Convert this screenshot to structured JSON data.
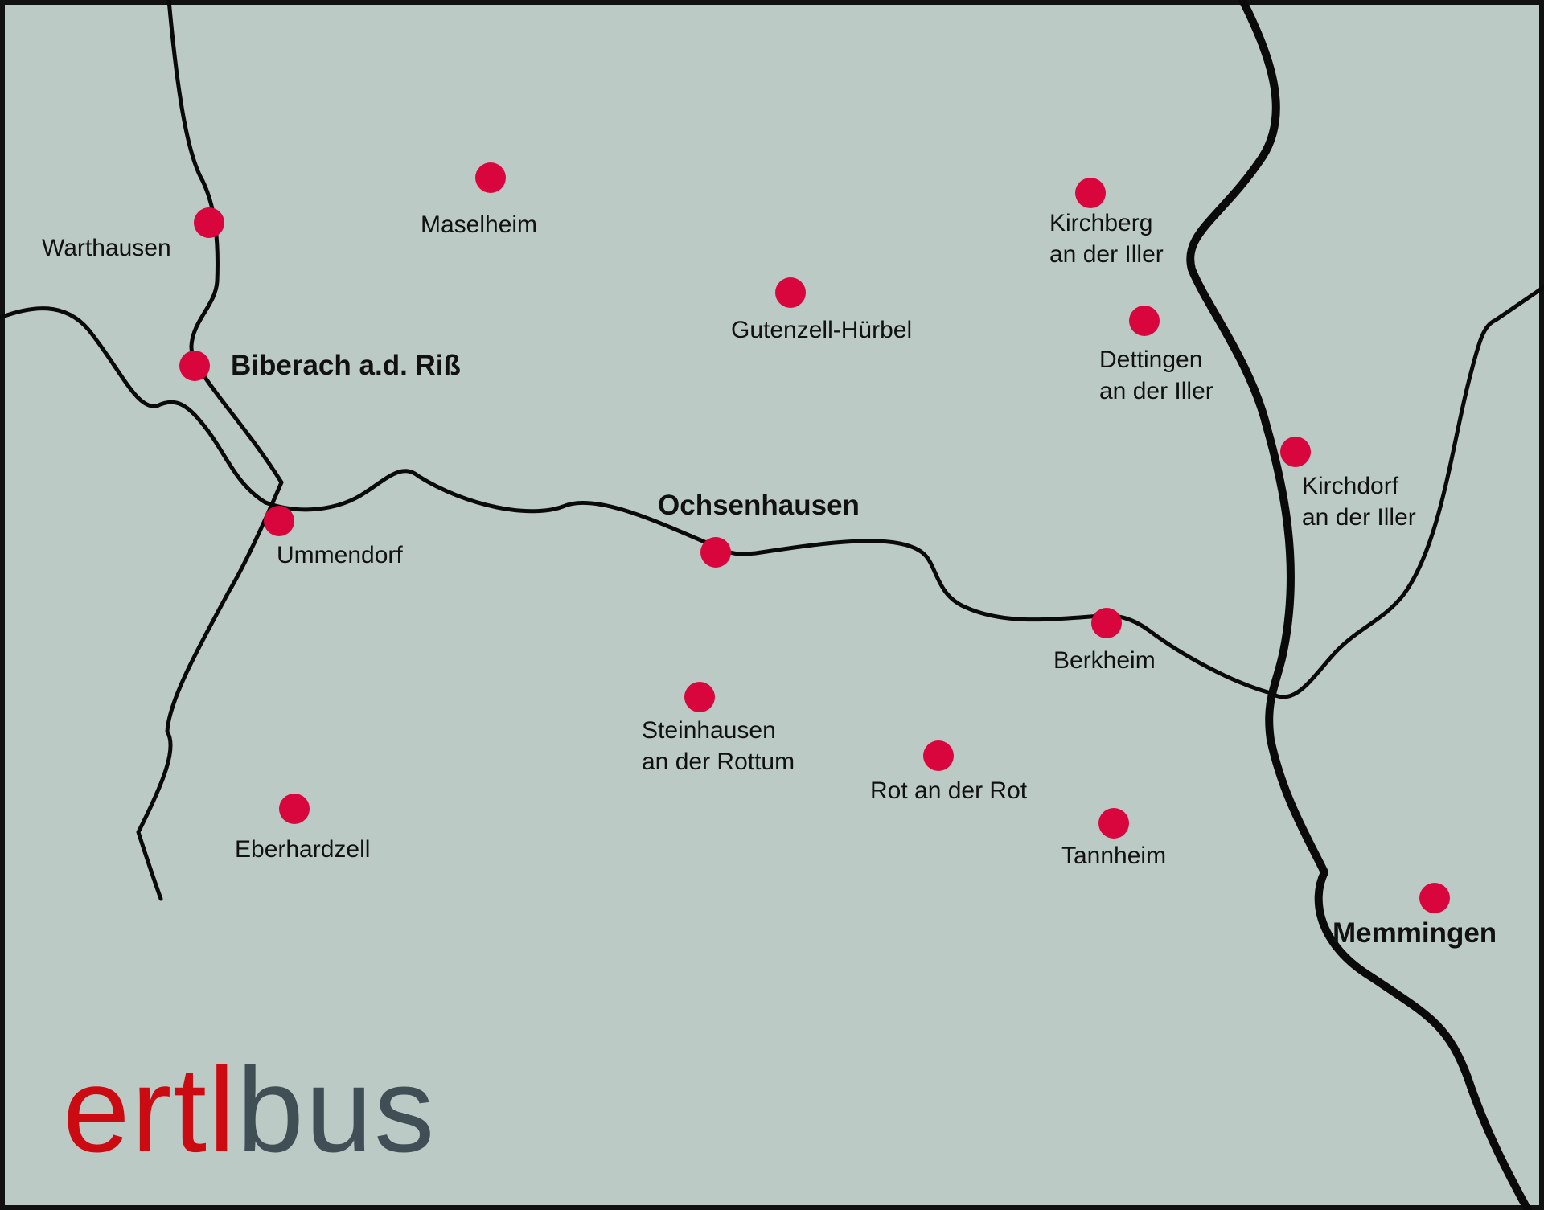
{
  "map": {
    "background_color": "#bccac6",
    "border_color": "#111111",
    "road_color": "#0a0a0a",
    "dot_color": "#d9063d",
    "towns": [
      {
        "id": "warthausen",
        "lines": [
          "Warthausen"
        ],
        "major": false
      },
      {
        "id": "biberach",
        "lines": [
          "Biberach a.d. Riß"
        ],
        "major": true
      },
      {
        "id": "maselheim",
        "lines": [
          "Maselheim"
        ],
        "major": false
      },
      {
        "id": "gutenzell",
        "lines": [
          "Gutenzell-Hürbel"
        ],
        "major": false
      },
      {
        "id": "kirchberg",
        "lines": [
          "Kirchberg",
          "an der Iller"
        ],
        "major": false
      },
      {
        "id": "dettingen",
        "lines": [
          "Dettingen",
          "an der Iller"
        ],
        "major": false
      },
      {
        "id": "kirchdorf",
        "lines": [
          "Kirchdorf",
          "an der Iller"
        ],
        "major": false
      },
      {
        "id": "ummendorf",
        "lines": [
          "Ummendorf"
        ],
        "major": false
      },
      {
        "id": "ochsenhausen",
        "lines": [
          "Ochsenhausen"
        ],
        "major": true
      },
      {
        "id": "berkheim",
        "lines": [
          "Berkheim"
        ],
        "major": false
      },
      {
        "id": "steinhausen",
        "lines": [
          "Steinhausen",
          "an der Rottum"
        ],
        "major": false
      },
      {
        "id": "rot",
        "lines": [
          "Rot an der Rot"
        ],
        "major": false
      },
      {
        "id": "tannheim",
        "lines": [
          "Tannheim"
        ],
        "major": false
      },
      {
        "id": "eberhardzell",
        "lines": [
          "Eberhardzell"
        ],
        "major": false
      },
      {
        "id": "memmingen",
        "lines": [
          "Memmingen"
        ],
        "major": true
      }
    ]
  },
  "logo": {
    "part1": "ertl",
    "part2": "bus",
    "color1": "#cc0a12",
    "color2": "#3f4f55"
  }
}
